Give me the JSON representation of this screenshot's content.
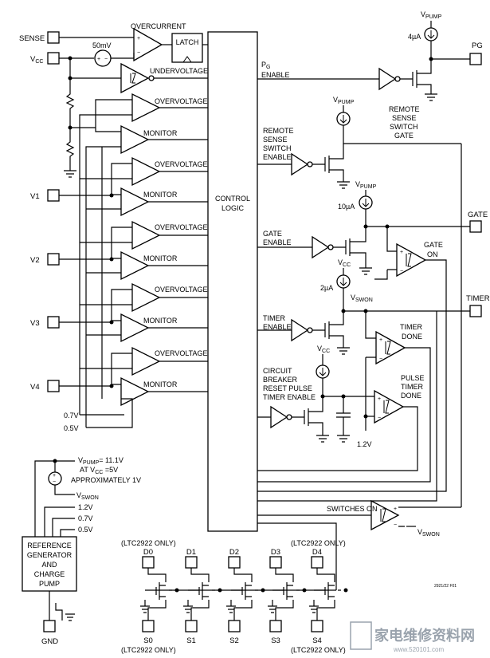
{
  "pins": {
    "sense": "SENSE",
    "vcc": "V",
    "vcc_sub": "CC",
    "v1": "V1",
    "v2": "V2",
    "v3": "V3",
    "v4": "V4",
    "pg": "PG",
    "gate": "GATE",
    "timer": "TIMER",
    "gnd": "GND"
  },
  "blocks": {
    "control_logic_l1": "CONTROL",
    "control_logic_l2": "LOGIC",
    "latch": "LATCH",
    "ref_gen": [
      "REFERENCE",
      "GENERATOR",
      "AND",
      "CHARGE",
      "PUMP"
    ]
  },
  "labels": {
    "overcurrent": "OVERCURRENT",
    "undervoltage": "UNDERVOLTAGE",
    "overvoltage": "OVERVOLTAGE",
    "monitor": "MONITOR",
    "mv50": "50mV",
    "ua4": "4µA",
    "ua10": "10µA",
    "ua2": "2µA",
    "vpump": "V",
    "vpump_sub": "PUMP",
    "vcc_sub": "CC",
    "vswon": "V",
    "vswon_sub": "SWON",
    "pg_enable_l1": "P",
    "pg_enable_l1_sub": "G",
    "pg_enable_l2": "ENABLE",
    "remote_gate": [
      "REMOTE",
      "SENSE",
      "SWITCH",
      "GATE"
    ],
    "remote_enable": [
      "REMOTE",
      "SENSE",
      "SWITCH",
      "ENABLE"
    ],
    "gate_enable": [
      "GATE",
      "ENABLE"
    ],
    "gate_on": [
      "GATE",
      "ON"
    ],
    "timer_enable": [
      "TIMER",
      "ENABLE"
    ],
    "timer_done": [
      "TIMER",
      "DONE"
    ],
    "cb_reset": [
      "CIRCUIT",
      "BREAKER",
      "RESET PULSE",
      "TIMER ENABLE"
    ],
    "pulse_done": [
      "PULSE",
      "TIMER",
      "DONE"
    ],
    "v12": "1.2V",
    "v07": "0.7V",
    "v05": "0.5V",
    "switches_on": "SWITCHES ON",
    "vpump_eq": "= 11.1V",
    "at_vcc_pre": "AT V",
    "at_vcc_post": " =5V",
    "approx": "APPROXIMATELY 1V",
    "ref_out_12": "1.2V",
    "ref_out_07": "0.7V",
    "ref_out_05": "0.5V",
    "ltc_only": "(LTC2922 ONLY)",
    "drains": [
      "D0",
      "D1",
      "D2",
      "D3",
      "D4"
    ],
    "sources": [
      "S0",
      "S1",
      "S2",
      "S3",
      "S4"
    ],
    "fig_id": "2921/22 F01"
  },
  "watermark": {
    "text": "家电维修资料网",
    "url": "www.520101.com"
  }
}
